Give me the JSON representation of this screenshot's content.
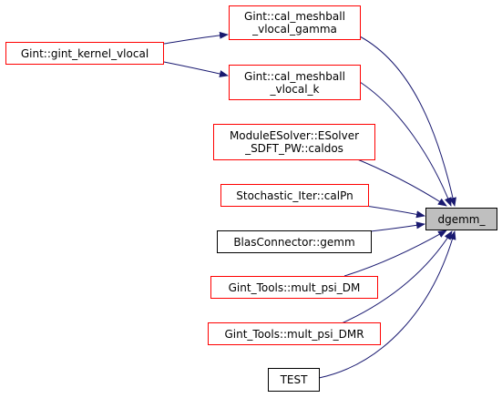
{
  "graph": {
    "edge_color": "#191970",
    "nodes": {
      "target": {
        "label": "dgemm_",
        "fill": "#bfbfbf",
        "border": "#000000"
      },
      "gint_kernel_vlocal": {
        "label": "Gint::gint_kernel_vlocal",
        "border": "#ff0000"
      },
      "cal_meshball_vlocal_gamma": {
        "label": "Gint::cal_meshball\n_vlocal_gamma",
        "border": "#ff0000"
      },
      "cal_meshball_vlocal_k": {
        "label": "Gint::cal_meshball\n_vlocal_k",
        "border": "#ff0000"
      },
      "esolver_sdft_caldos": {
        "label": "ModuleESolver::ESolver\n_SDFT_PW::caldos",
        "border": "#ff0000"
      },
      "stochastic_calpn": {
        "label": "Stochastic_Iter::calPn",
        "border": "#ff0000"
      },
      "blas_gemm": {
        "label": "BlasConnector::gemm",
        "border": "#000000"
      },
      "mult_psi_dm": {
        "label": "Gint_Tools::mult_psi_DM",
        "border": "#ff0000"
      },
      "mult_psi_dmr": {
        "label": "Gint_Tools::mult_psi_DMR",
        "border": "#ff0000"
      },
      "test": {
        "label": "TEST",
        "border": "#000000"
      }
    }
  }
}
